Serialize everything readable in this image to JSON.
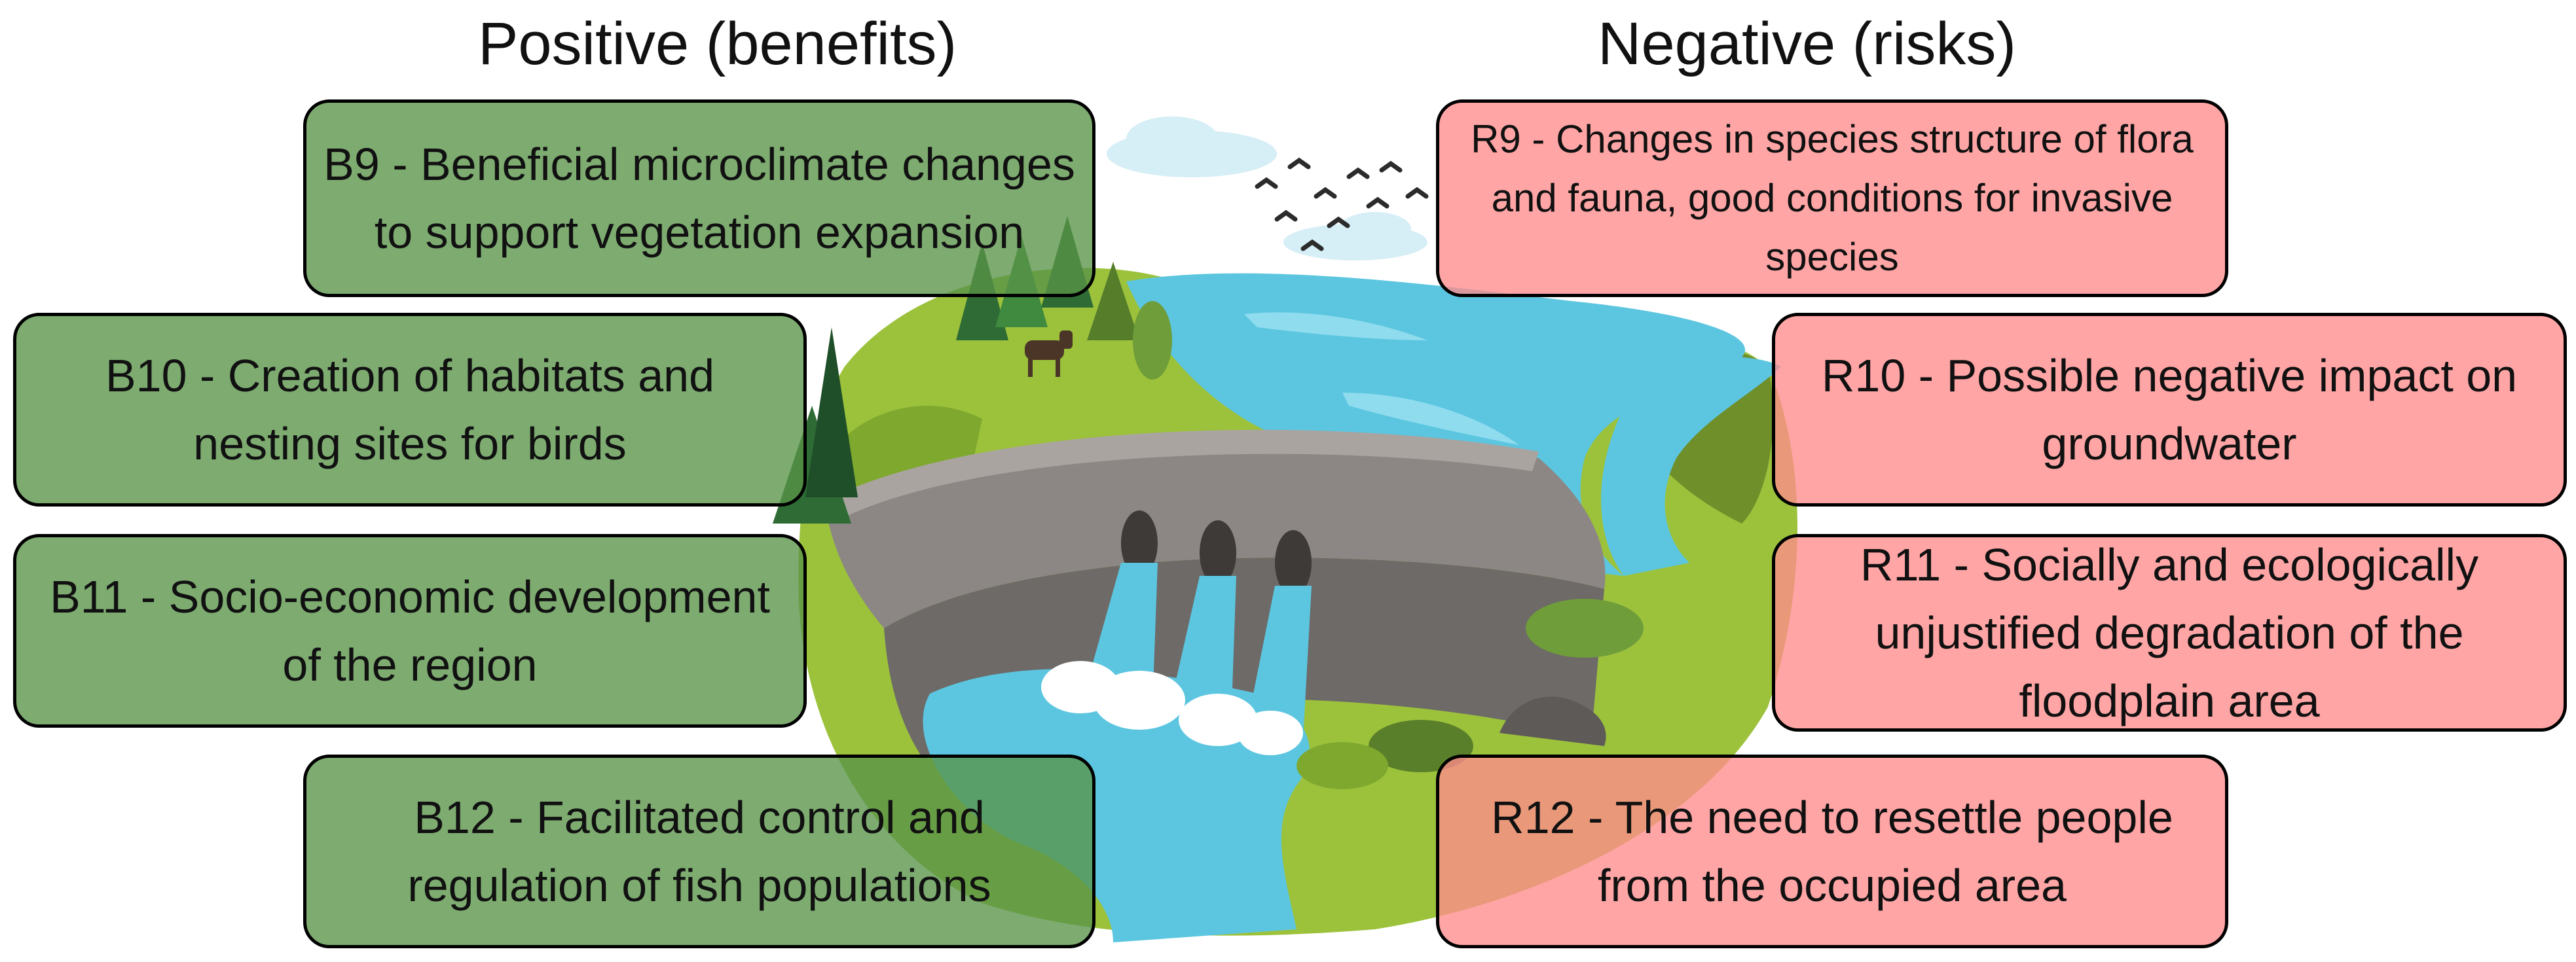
{
  "headings": {
    "positive": "Positive (benefits)",
    "negative": "Negative (risks)"
  },
  "benefits": [
    {
      "id": "B9",
      "text": "B9 - Beneficial microclimate changes to support vegetation expansion"
    },
    {
      "id": "B10",
      "text": "B10 - Creation of habitats and nesting sites for birds"
    },
    {
      "id": "B11",
      "text": "B11 - Socio-economic development of the region"
    },
    {
      "id": "B12",
      "text": "B12 - Facilitated control and regulation of fish populations"
    }
  ],
  "risks": [
    {
      "id": "R9",
      "text": "R9 - Changes in species structure of flora and fauna, good conditions for invasive species"
    },
    {
      "id": "R10",
      "text": "R10 - Possible negative impact on groundwater"
    },
    {
      "id": "R11",
      "text": "R11 - Socially and ecologically unjustified degradation of the floodplain area"
    },
    {
      "id": "R12",
      "text": "R12 - The need to resettle people from the occupied area"
    }
  ],
  "colors": {
    "benefit_fill": "#589448",
    "risk_fill": "#ff8c8c",
    "water": "#5cc6e0",
    "grass": "#9cc23c",
    "dam": "#8c8784",
    "border": "#000000"
  },
  "icons": [
    "dam-illustration",
    "birds-icon",
    "trees-icon",
    "moose-icon",
    "waterfall-icon",
    "rock-icon"
  ]
}
